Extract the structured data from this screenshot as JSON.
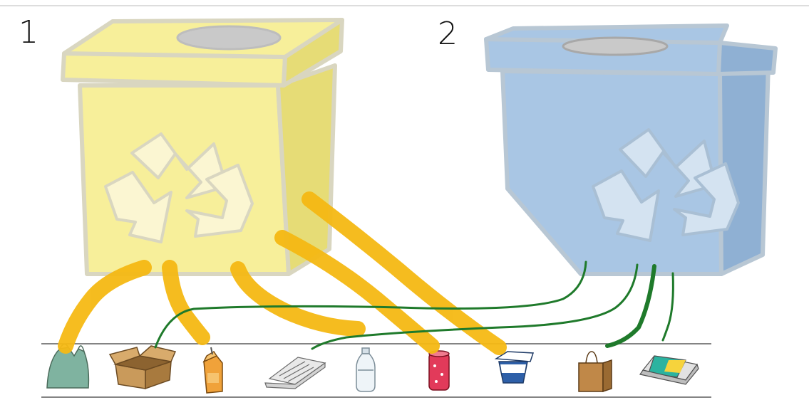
{
  "bins": [
    {
      "number": "1",
      "color": "#f7ef9a",
      "color_dark": "#e6dc76",
      "lid_hole": "#c9c9c9",
      "symbol": "recycle-icon"
    },
    {
      "number": "2",
      "color": "#a9c6e4",
      "color_dark": "#8fb0d3",
      "lid_hole": "#c9c9c9",
      "symbol": "recycle-icon"
    }
  ],
  "items": [
    {
      "name": "plastic-bag",
      "icon": "plastic-bag-icon"
    },
    {
      "name": "cardboard-box",
      "icon": "cardboard-box-icon"
    },
    {
      "name": "juice-carton",
      "icon": "juice-carton-icon"
    },
    {
      "name": "newspaper",
      "icon": "newspaper-icon"
    },
    {
      "name": "water-bottle",
      "icon": "water-bottle-icon"
    },
    {
      "name": "soda-can",
      "icon": "soda-can-icon"
    },
    {
      "name": "yogurt-cup",
      "icon": "yogurt-cup-icon"
    },
    {
      "name": "paper-bag",
      "icon": "paper-bag-icon"
    },
    {
      "name": "magazine",
      "icon": "magazine-icon"
    }
  ],
  "annotation_colors": {
    "bin_1_links": "#f5b914",
    "bin_2_links": "#1f7a2b"
  }
}
